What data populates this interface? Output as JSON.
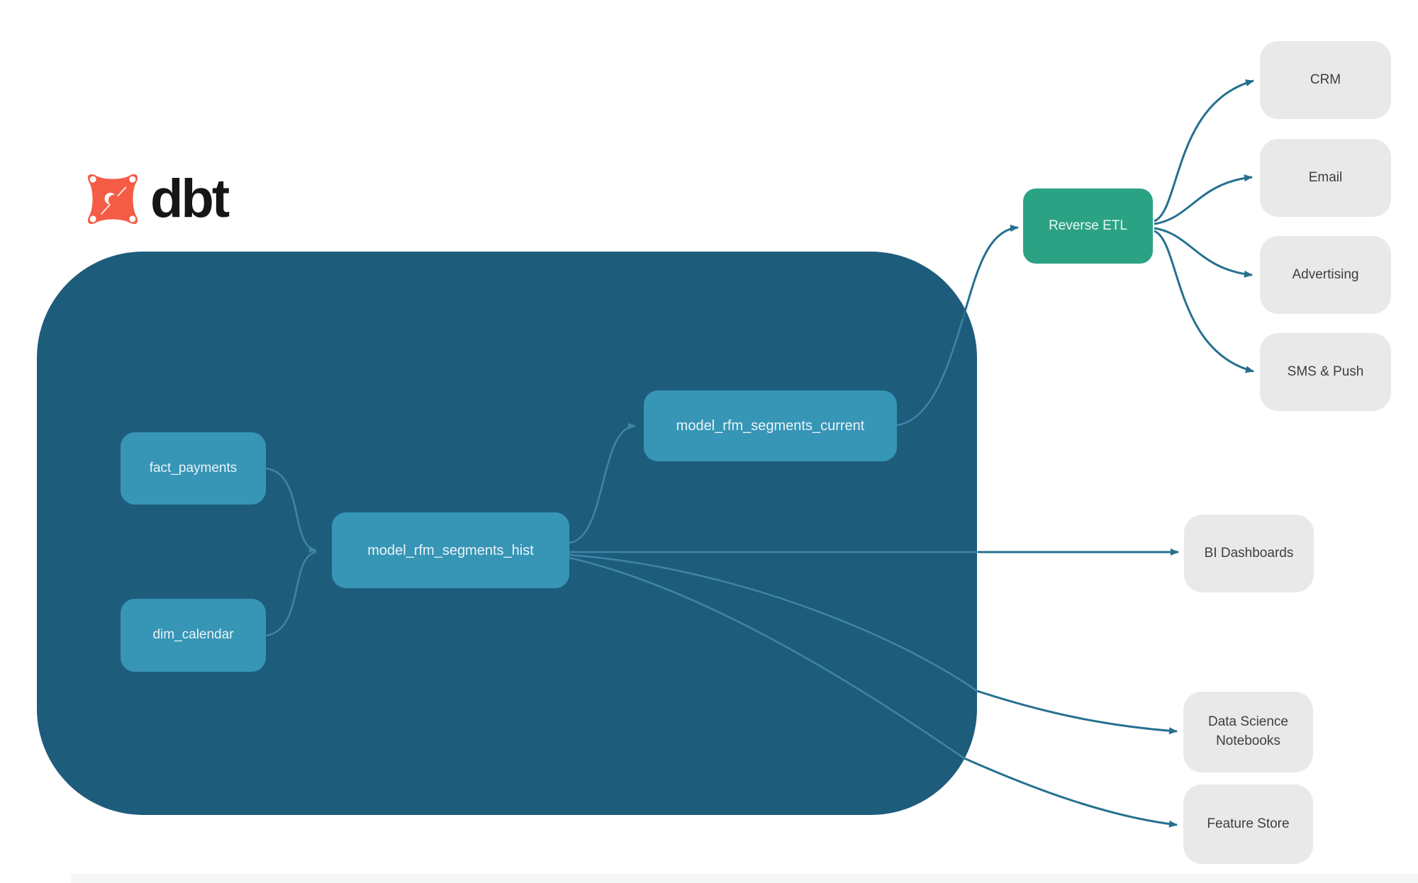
{
  "brand": {
    "name": "dbt"
  },
  "warehouse": {
    "fact_payments": {
      "label": "fact_payments"
    },
    "dim_calendar": {
      "label": "dim_calendar"
    },
    "model_hist": {
      "label": "model_rfm_segments_hist"
    },
    "model_current": {
      "label": "model_rfm_segments_current"
    }
  },
  "activation": {
    "reverse_etl": {
      "label": "Reverse ETL"
    }
  },
  "destinations": {
    "crm": {
      "label": "CRM"
    },
    "email": {
      "label": "Email"
    },
    "advertising": {
      "label": "Advertising"
    },
    "sms_push": {
      "label": "SMS & Push"
    },
    "bi_dashboards": {
      "label": "BI Dashboards"
    },
    "ds_notebooks": {
      "label": "Data Science Notebooks"
    },
    "feature_store": {
      "label": "Feature Store"
    }
  },
  "edges": [
    {
      "from": "fact_payments",
      "to": "model_rfm_segments_hist"
    },
    {
      "from": "dim_calendar",
      "to": "model_rfm_segments_hist"
    },
    {
      "from": "model_rfm_segments_hist",
      "to": "model_rfm_segments_current"
    },
    {
      "from": "model_rfm_segments_current",
      "to": "Reverse ETL"
    },
    {
      "from": "Reverse ETL",
      "to": "CRM"
    },
    {
      "from": "Reverse ETL",
      "to": "Email"
    },
    {
      "from": "Reverse ETL",
      "to": "Advertising"
    },
    {
      "from": "Reverse ETL",
      "to": "SMS & Push"
    },
    {
      "from": "model_rfm_segments_hist",
      "to": "BI Dashboards"
    },
    {
      "from": "model_rfm_segments_hist",
      "to": "Data Science Notebooks"
    },
    {
      "from": "model_rfm_segments_hist",
      "to": "Feature Store"
    }
  ],
  "colors": {
    "container": "#1E5C7C",
    "node": "#3795B6",
    "etl": "#2CA284",
    "destination": "#E9E9E9",
    "arrow": "#26708F",
    "arrow_inner": "#3E86A7",
    "logo_orange": "#F45C46"
  }
}
